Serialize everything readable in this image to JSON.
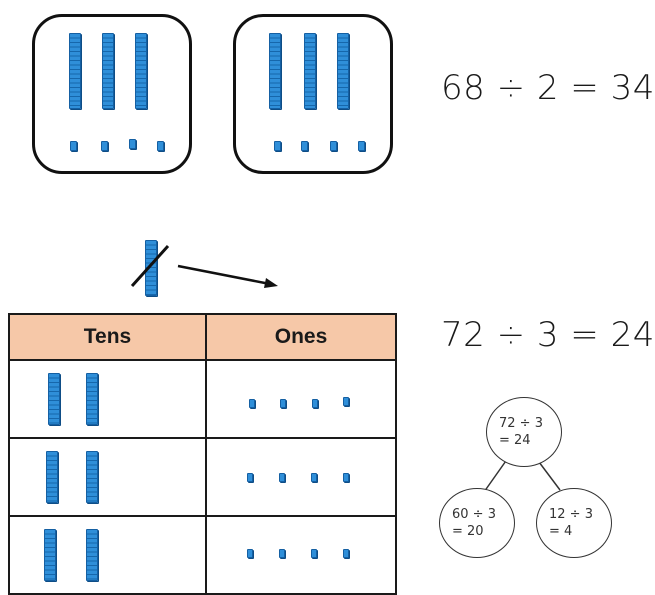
{
  "equations": {
    "top": "68 ÷ 2 = 34",
    "middle": "72 ÷ 3 = 24"
  },
  "table": {
    "header_tens": "Tens",
    "header_ones": "Ones",
    "rows": [
      {
        "tens": 2,
        "ones": 4
      },
      {
        "tens": 2,
        "ones": 4
      },
      {
        "tens": 2,
        "ones": 4
      }
    ]
  },
  "groups": [
    {
      "tens": 3,
      "ones": 4
    },
    {
      "tens": 3,
      "ones": 4
    }
  ],
  "part_whole": {
    "whole_line1": "72 ÷ 3",
    "whole_line2": "= 24",
    "left_line1": "60 ÷ 3",
    "left_line2": "= 20",
    "right_line1": "12 ÷ 3",
    "right_line2": "= 4"
  },
  "colors": {
    "block_blue": "#2f8fd9",
    "header_fill": "#f6c8a8"
  }
}
